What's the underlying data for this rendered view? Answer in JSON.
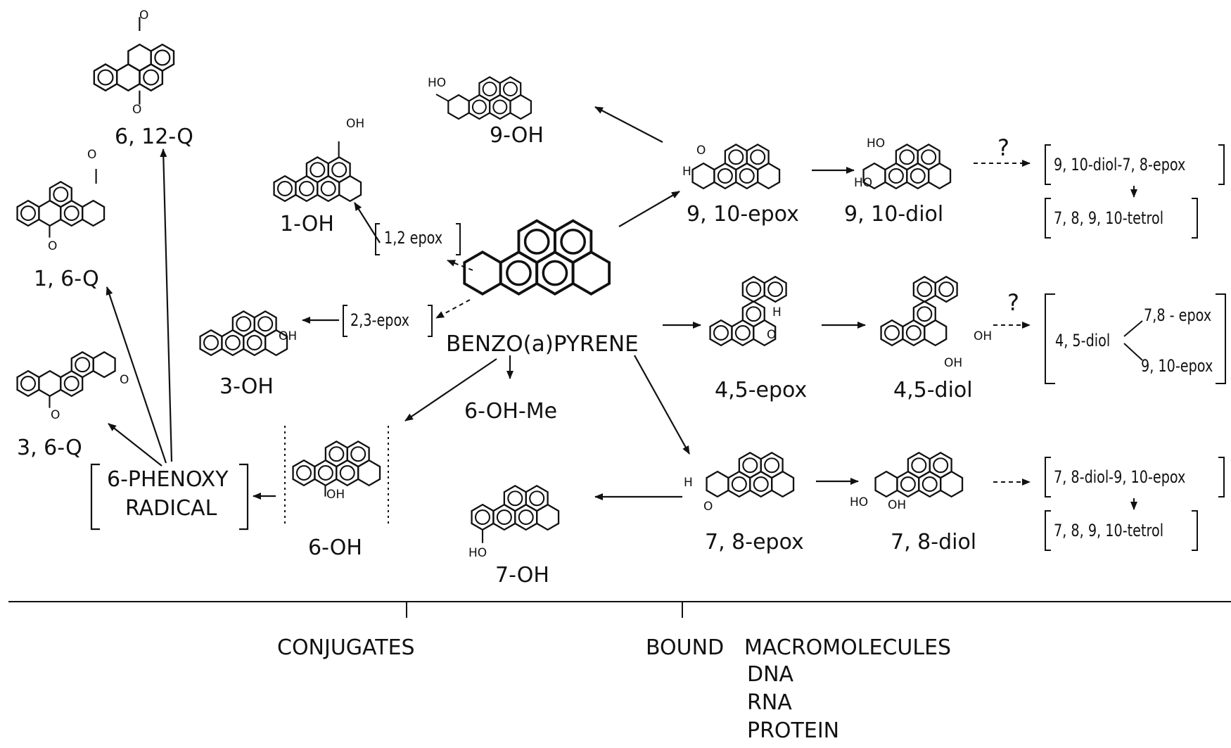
{
  "diagram": {
    "center": "BENZO(a)PYRENE",
    "nodes": {
      "q612": "6, 12-Q",
      "q16": "1, 6-Q",
      "q36": "3, 6-Q",
      "oh9": "9-OH",
      "oh1": "1-OH",
      "epox12": "1,2 epox",
      "epox23": "2,3-epox",
      "oh3": "3-OH",
      "ohme6": "6-OH-Me",
      "phenoxy_line1": "6-PHENOXY",
      "phenoxy_line2": "RADICAL",
      "oh6": "6-OH",
      "oh7": "7-OH",
      "epox910": "9, 10-epox",
      "diol910": "9, 10-diol",
      "diolepox_a": "9, 10-diol-7, 8-epox",
      "tetrol_a": "7, 8, 9, 10-tetrol",
      "epox45": "4,5-epox",
      "diol45": "4,5-diol",
      "diol45_branch": "4, 5-diol",
      "epox78_branch": "7,8 - epox",
      "epox910_branch": "9, 10-epox",
      "epox78": "7, 8-epox",
      "diol78": "7, 8-diol",
      "diolepox_b": "7, 8-diol-9, 10-epox",
      "tetrol_b": "7, 8, 9, 10-tetrol",
      "question_1": "?",
      "question_2": "?"
    },
    "atoms": {
      "oh": "OH",
      "ho": "HO",
      "o": "O",
      "h": "H"
    },
    "bottom": {
      "conjugates": "CONJUGATES",
      "bound": "BOUND",
      "macromolecules": "MACROMOLECULES",
      "dna": "DNA",
      "rna": "RNA",
      "protein": "PROTEIN"
    }
  }
}
